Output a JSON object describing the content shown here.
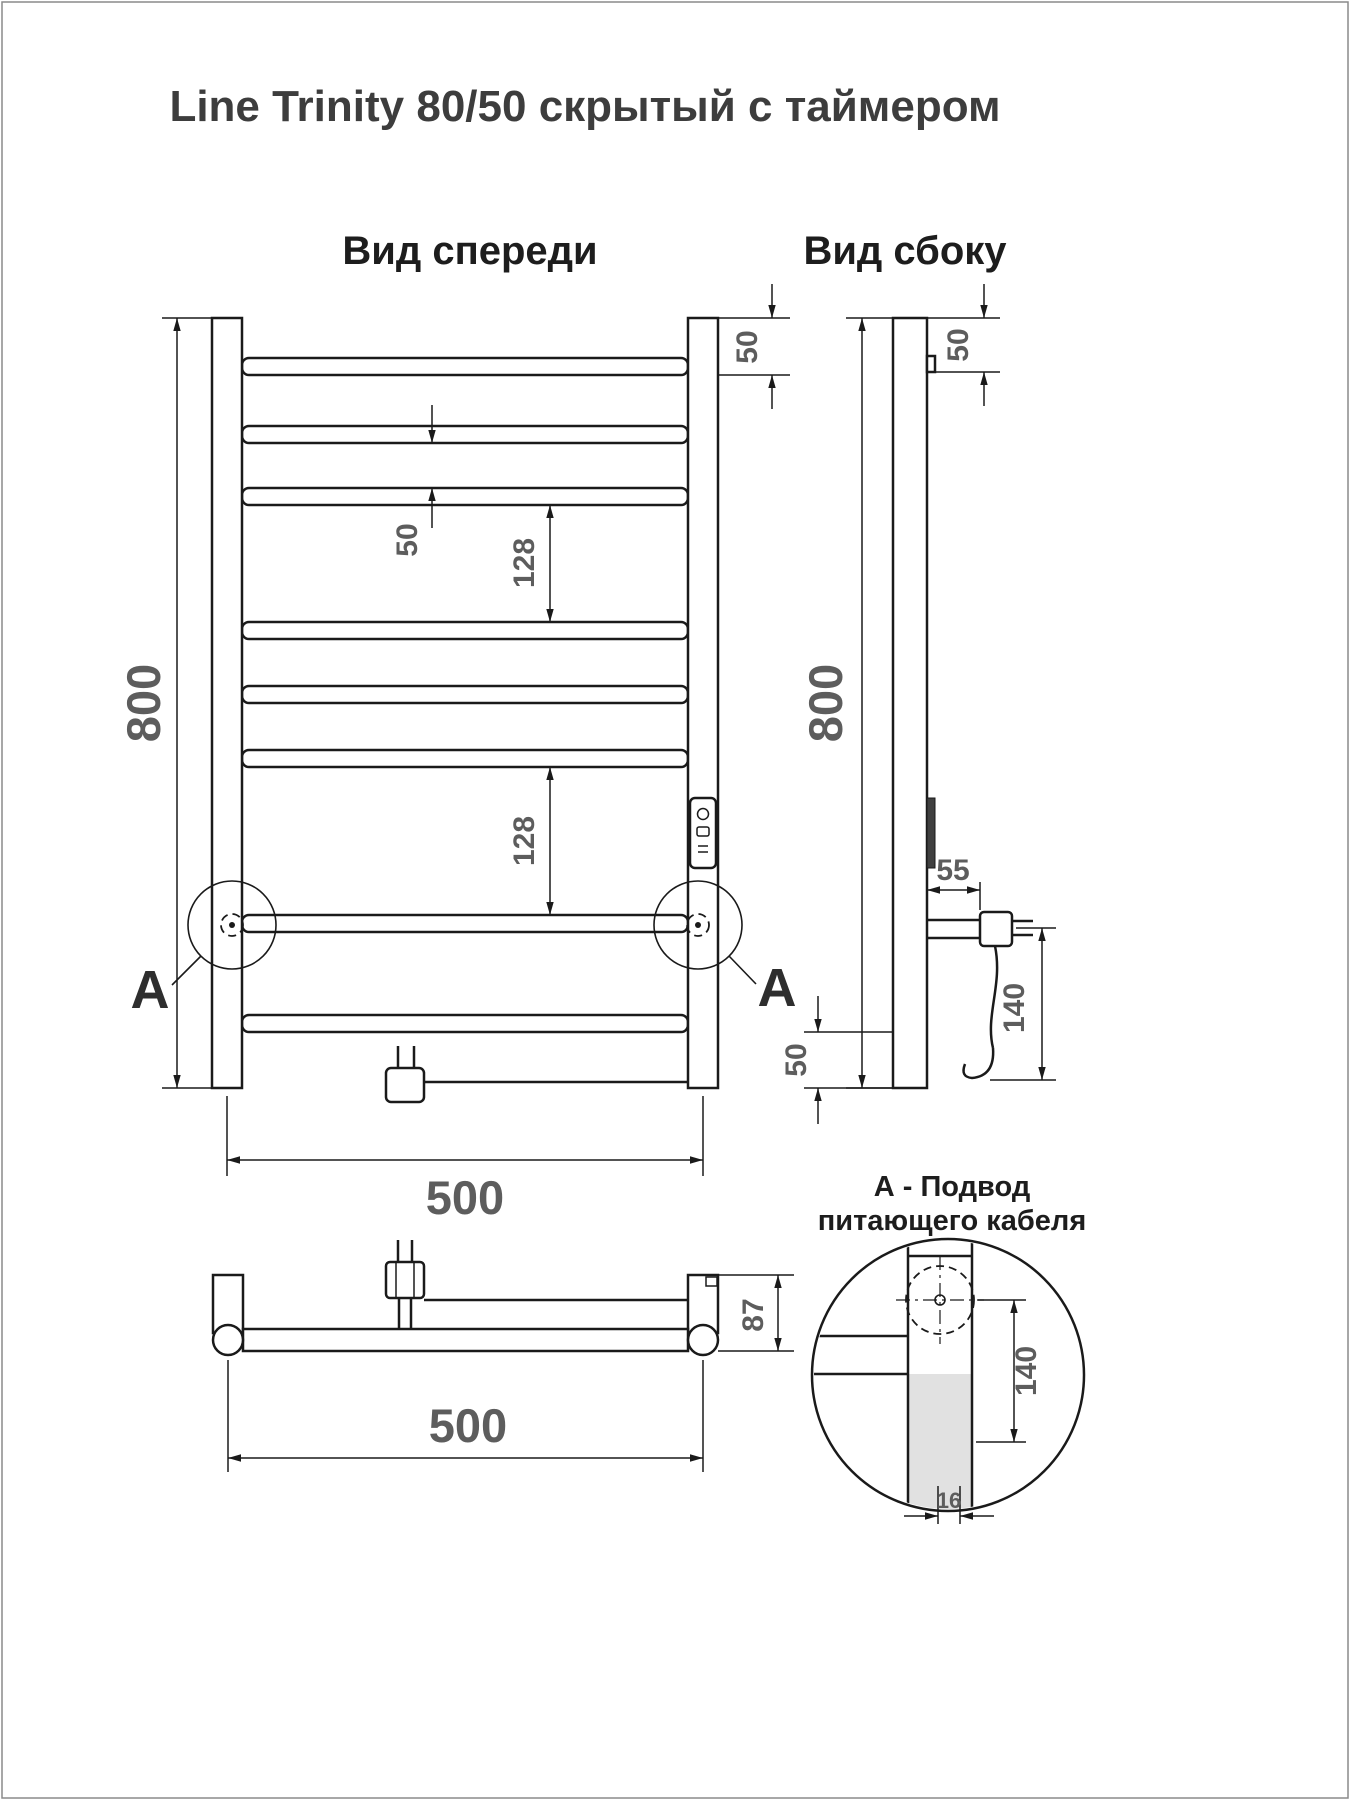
{
  "page": {
    "title": "Line Trinity 80/50 скрытый с таймером"
  },
  "front_view": {
    "label": "Вид спереди",
    "dim_height": "800",
    "dim_width": "500",
    "dim_top_offset": "50",
    "dim_rung_gap": "50",
    "dim_group_gap_upper": "128",
    "dim_group_gap_lower": "128",
    "marker_left": "А",
    "marker_right": "А"
  },
  "side_view": {
    "label": "Вид сбоку",
    "dim_height": "800",
    "dim_top_offset": "50",
    "dim_bracket_depth": "55",
    "dim_cable_length": "140",
    "dim_bottom_offset": "50"
  },
  "bottom_view": {
    "dim_depth": "87",
    "dim_width": "500"
  },
  "detail_view": {
    "label_line1": "А - Подвод",
    "label_line2": "питающего кабеля",
    "dim_cable_length": "140",
    "dim_pipe_width": "16"
  },
  "colors": {
    "line": "#1a1a1a",
    "dimension_text": "#5d5d5d",
    "title_text": "#3d3d3d",
    "detail_fill": "#e1e1e1"
  }
}
